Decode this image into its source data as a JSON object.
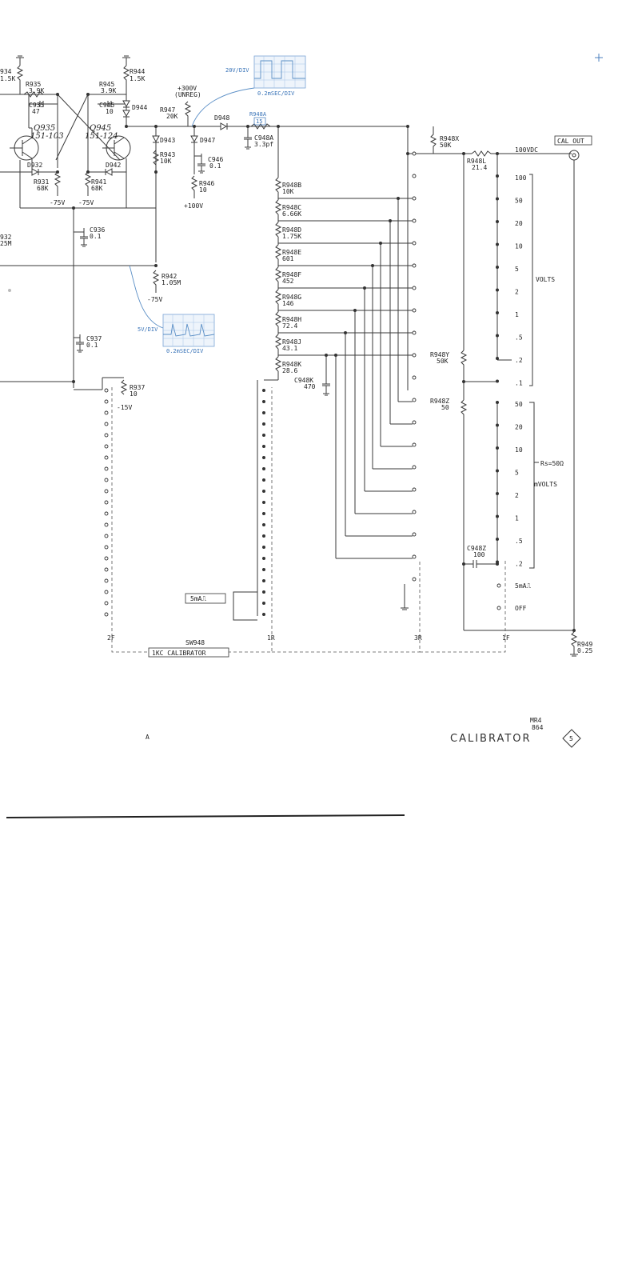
{
  "labels": {
    "r934": "934",
    "r934v": "1.5K",
    "r935": "R935",
    "r935v": "3.9K",
    "c935": "C935",
    "c935v": "47",
    "q935": "Q935",
    "q935v": "151-103",
    "d932": "D932",
    "r931": "R931",
    "r931v": "68K",
    "m75a": "-75V",
    "m75b": "-75V",
    "r945": "R945",
    "r945v": "3.9K",
    "c945": "C945",
    "c945v": "10",
    "d944": "D944",
    "q945": "Q945",
    "q945v": "151-124",
    "d942": "D942",
    "r941": "R941",
    "r941v": "68K",
    "r944": "R944",
    "r944v": "1.5K",
    "d943": "D943",
    "r943": "R943",
    "r943v": "10K",
    "p300": "+300V",
    "unreg": "(UNREG)",
    "r947": "R947",
    "r947v": "20K",
    "d947": "D947",
    "c946": "C946",
    "c946v": "0.1",
    "r946": "R946",
    "r946v": "10",
    "p100": "+100V",
    "d948": "D948",
    "r948a": "R948A",
    "r948av": "15",
    "c948a": "C948A",
    "c948av": "3.3pf",
    "r932": "932",
    "r932v": "25M",
    "c936": "C936",
    "c936v": "0.1",
    "r942": "R942",
    "r942v": "1.05M",
    "m75c": "-75V",
    "c937": "C937",
    "c937v": "0.1",
    "r937": "R937",
    "r937v": "10",
    "m15": "-15V",
    "r948b": "R948B",
    "r948bv": "10K",
    "r948c": "R948C",
    "r948cv": "6.66K",
    "r948d": "R948D",
    "r948dv": "1.75K",
    "r948e": "R948E",
    "r948ev": "601",
    "r948f": "R948F",
    "r948fv": "452",
    "r948g": "R948G",
    "r948gv": "146",
    "r948h": "R948H",
    "r948hv": "72.4",
    "r948j": "R948J",
    "r948jv": "43.1",
    "r948k": "R948K",
    "r948kv": "28.6",
    "c948k": "C948K",
    "c948kv": "470",
    "r948x": "R948X",
    "r948xv": "50K",
    "r948l": "R948L",
    "r948lv": "21.4",
    "v100dc": "100VDC",
    "calout": "CAL OUT",
    "r948y": "R948Y",
    "r948yv": "50K",
    "r948z": "R948Z",
    "r948zv": "50",
    "c948z": "C948Z",
    "c948zv": "100",
    "volts": "VOLTS",
    "rs": "Rs=50Ω",
    "mvolts": "mVOLTS",
    "fivema_box": "5mA⎍",
    "sw_label": "SW948",
    "sw_name": "1KC CALIBRATOR",
    "w2f": "2F",
    "w1r": "1R",
    "w3r": "3R",
    "w1f": "1F",
    "r949": "R949",
    "r949v": "0.25",
    "mr": "MR4",
    "mrnum": "864",
    "title": "CALIBRATOR",
    "sheet": "5",
    "note_a": "A",
    "scope1_volts": "20V/DIV",
    "scope1_time": "0.2mSEC/DIV",
    "scope2_volts": "5V/DIV",
    "scope2_time": "0.2mSEC/DIV"
  },
  "positions_volts": [
    "100",
    "50",
    "20",
    "10",
    "5",
    "2",
    "1",
    ".5",
    ".2",
    ".1"
  ],
  "positions_mv": [
    "50",
    "20",
    "10",
    "5",
    "2",
    "1",
    ".5",
    ".2"
  ],
  "positions_extra": [
    "5mA⎍",
    "OFF"
  ]
}
